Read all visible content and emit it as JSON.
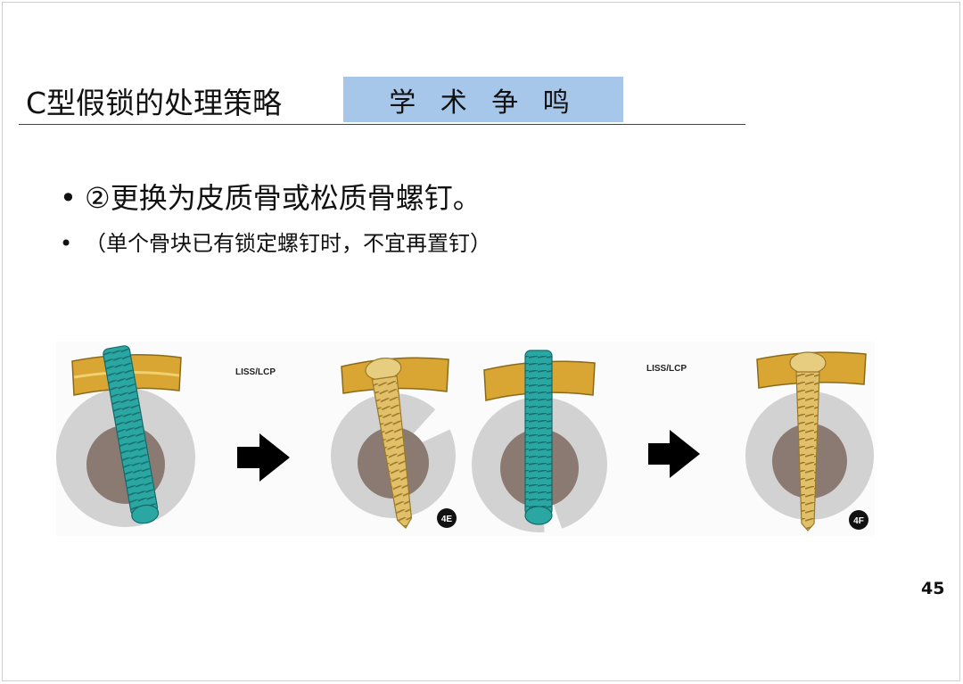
{
  "header": {
    "title": "C型假锁的处理策略",
    "tag": "学 术 争 鸣"
  },
  "bullets": [
    {
      "marker": "•",
      "text": "②更换为皮质骨或松质骨螺钉。"
    },
    {
      "marker": "•",
      "text": "（单个骨块已有锁定螺钉时，不宜再置钉）"
    }
  ],
  "figure": {
    "panels": [
      {
        "label": "LISS/LCP",
        "badge": "4E"
      },
      {
        "label": "LISS/LCP",
        "badge": "4F"
      }
    ],
    "colors": {
      "locking_screw": "#2aa7a3",
      "cortical_screw": "#e2c06a",
      "plate": "#d9a533",
      "bone_outer": "#d2d2d2",
      "bone_inner": "#8a7a72",
      "arrow": "#000000"
    }
  },
  "footer": {
    "page_number": "45"
  }
}
